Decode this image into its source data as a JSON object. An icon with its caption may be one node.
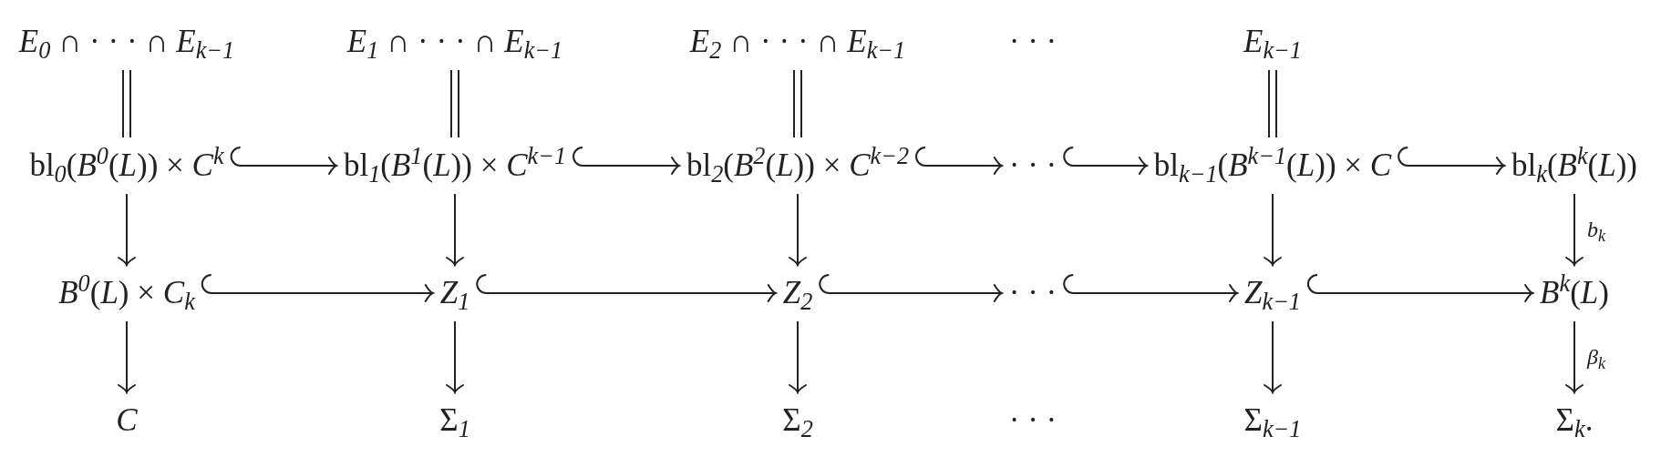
{
  "diagram": {
    "nodes": [
      {
        "text": [
          "*E*$_{0}$ ∩ · · · ∩ *E*$_{k−1}$"
        ]
      },
      {
        "text": [
          "*E*$_{1}$ ∩ · · · ∩ *E*$_{k−1}$"
        ]
      },
      {
        "text": [
          "*E*$_{2}$ ∩ · · · ∩ *E*$_{k−1}$"
        ]
      },
      {
        "text": [
          "*E*$_{k−1}$"
        ]
      },
      {
        "text": [
          "bl$_{0}$(*B*$^{0}$(*L*)) × *C*$^{k}$"
        ]
      },
      {
        "text": [
          "bl$_{1}$(*B*$^{1}$(*L*)) × *C*$^{k−1}$"
        ]
      },
      {
        "text": [
          "bl$_{2}$(*B*$^{2}$(*L*)) × *C*$^{k−2}$"
        ]
      },
      {
        "text": [
          "· · ·"
        ]
      },
      {
        "text": [
          "bl$_{k−1}$(*B*$^{k−1}$(*L*)) × *C*"
        ]
      },
      {
        "text": [
          "bl$_{k}$(*B*$^{k}$(*L*))"
        ]
      },
      {
        "text": [
          "*B*$^{0}$(*L*) × *C*$_{k}$"
        ]
      },
      {
        "text": [
          "*Z*$_{1}$"
        ]
      },
      {
        "text": [
          "*Z*$_{2}$"
        ]
      },
      {
        "text": [
          "· · ·"
        ]
      },
      {
        "text": [
          "*Z*$_{k−1}$"
        ]
      },
      {
        "text": [
          "*B*$^{k}$(*L*)"
        ]
      },
      {
        "text": [
          "C"
        ]
      },
      {
        "text": [
          "Σ$_{1}$"
        ]
      },
      {
        "text": [
          "Σ$_{2}$"
        ]
      },
      {
        "text": [
          "Σ$_{k−1}$"
        ]
      },
      {
        "text": [
          "Σ$_{k}$."
        ]
      }
    ],
    "edges": [
      {
        "from": 0,
        "to": 4,
        "arrow": "none"
      },
      {
        "from": 1,
        "to": 5,
        "arrow": "none"
      },
      {
        "from": 2,
        "to": 6,
        "arrow": "none"
      },
      {
        "from": 3,
        "to": 8,
        "arrow": "none"
      },
      {
        "from": 4,
        "to": 5,
        "arrow": "to"
      },
      {
        "from": 5,
        "to": 6,
        "arrow": "to"
      },
      {
        "from": 6,
        "to": 7,
        "arrow": "to"
      },
      {
        "from": 7,
        "to": 8,
        "arrow": "to"
      },
      {
        "from": 8,
        "to": 9,
        "arrow": "to"
      },
      {
        "from": 4,
        "to": 10,
        "arrow": "to"
      },
      {
        "from": 5,
        "to": 11,
        "arrow": "to"
      },
      {
        "from": 6,
        "to": 12,
        "arrow": "to"
      },
      {
        "from": 8,
        "to": 14,
        "arrow": "to"
      },
      {
        "from": 9,
        "to": 15,
        "arrow": "to",
        "label": "b$_{k}$"
      },
      {
        "from": 10,
        "to": 11,
        "arrow": "to"
      },
      {
        "from": 11,
        "to": 12,
        "arrow": "to"
      },
      {
        "from": 12,
        "to": 13,
        "arrow": "to"
      },
      {
        "from": 13,
        "to": 14,
        "arrow": "to"
      },
      {
        "from": 14,
        "to": 15,
        "arrow": "to"
      },
      {
        "from": 10,
        "to": 16,
        "arrow": "to"
      },
      {
        "from": 11,
        "to": 17,
        "arrow": "to"
      },
      {
        "from": 12,
        "to": 18,
        "arrow": "to"
      },
      {
        "from": 14,
        "to": 19,
        "arrow": "to"
      },
      {
        "from": 15,
        "to": 20,
        "arrow": "to",
        "label": "β$_{k}$"
      }
    ],
    "labels": [
      "· · ·",
      "· · ·"
    ]
  }
}
